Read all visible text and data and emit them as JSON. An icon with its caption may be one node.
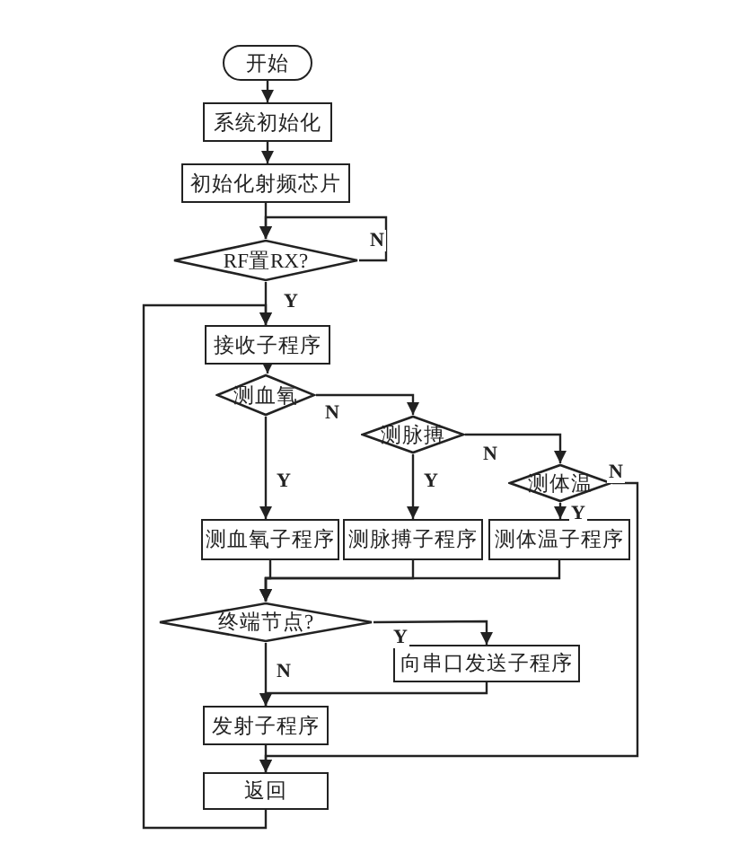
{
  "diagram": {
    "nodes": [
      {
        "text": [
          "开始"
        ]
      },
      {
        "text": [
          "系统初始化"
        ]
      },
      {
        "text": [
          "初始化射频芯片"
        ]
      },
      {
        "text": [
          "RF置RX?"
        ]
      },
      {
        "text": [
          "接收子程序"
        ]
      },
      {
        "text": [
          "测血氧"
        ]
      },
      {
        "text": [
          "测脉搏"
        ]
      },
      {
        "text": [
          "测体温"
        ]
      },
      {
        "text": [
          "测血氧子程序"
        ]
      },
      {
        "text": [
          "测脉搏子程序"
        ]
      },
      {
        "text": [
          "测体温子程序"
        ]
      },
      {
        "text": [
          "终端节点?"
        ]
      },
      {
        "text": [
          "向串口发送子程序"
        ]
      },
      {
        "text": [
          "发射子程序"
        ]
      },
      {
        "text": [
          "返回"
        ]
      }
    ],
    "edges": [
      {
        "from": 0,
        "to": 1,
        "arrow": "to"
      },
      {
        "from": 1,
        "to": 2,
        "arrow": "to"
      },
      {
        "from": 2,
        "to": 3,
        "arrow": "to"
      },
      {
        "from": 3,
        "to": 3,
        "arrow": "to",
        "label": "N"
      },
      {
        "from": 3,
        "to": 4,
        "arrow": "to",
        "label": "Y"
      },
      {
        "from": 4,
        "to": 5,
        "arrow": "to"
      },
      {
        "from": 5,
        "to": 8,
        "arrow": "to",
        "label": "Y"
      },
      {
        "from": 5,
        "to": 6,
        "arrow": "to",
        "label": "N"
      },
      {
        "from": 6,
        "to": 9,
        "arrow": "to",
        "label": "Y"
      },
      {
        "from": 6,
        "to": 7,
        "arrow": "to",
        "label": "N"
      },
      {
        "from": 7,
        "to": 10,
        "arrow": "to",
        "label": "Y"
      },
      {
        "from": 7,
        "to": 14,
        "arrow": "to",
        "label": "N"
      },
      {
        "from": 8,
        "to": 11,
        "arrow": "to"
      },
      {
        "from": 9,
        "to": 11,
        "arrow": "to"
      },
      {
        "from": 10,
        "to": 11,
        "arrow": "to"
      },
      {
        "from": 11,
        "to": 12,
        "arrow": "to",
        "label": "Y"
      },
      {
        "from": 11,
        "to": 13,
        "arrow": "to",
        "label": "N"
      },
      {
        "from": 12,
        "to": 13,
        "arrow": "to"
      },
      {
        "from": 13,
        "to": 14,
        "arrow": "to"
      },
      {
        "from": 14,
        "to": 4,
        "arrow": "to"
      }
    ]
  }
}
